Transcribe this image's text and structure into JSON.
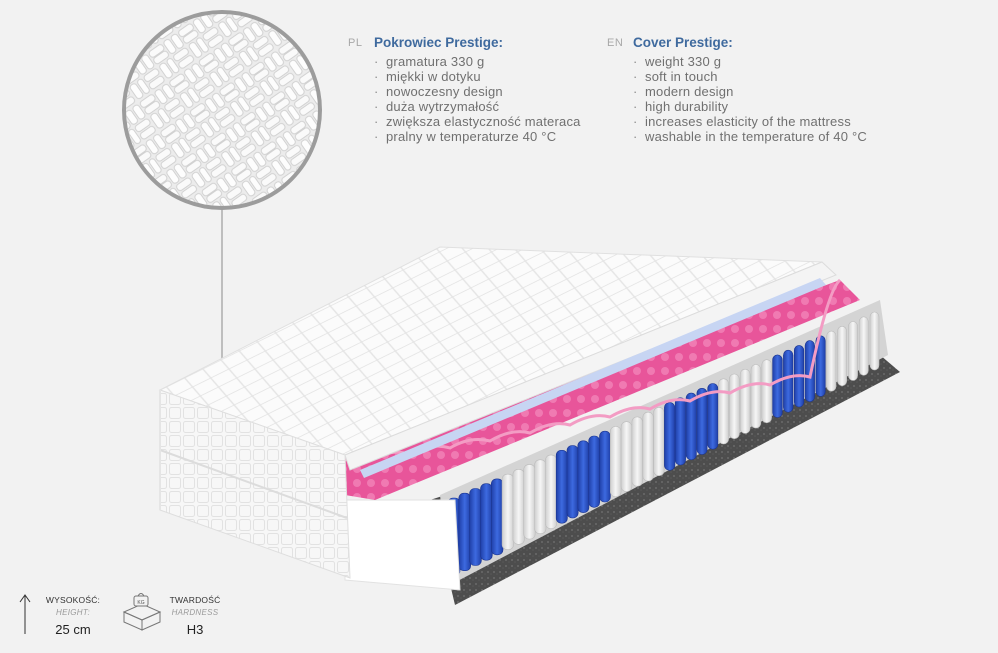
{
  "cover_pl": {
    "lang": "PL",
    "title": "Pokrowiec Prestige:",
    "features": [
      "gramatura 330 g",
      "miękki w dotyku",
      "nowoczesny design",
      "duża wytrzymałość",
      "zwiększa elastyczność materaca",
      "pralny w temperaturze 40 °C"
    ]
  },
  "cover_en": {
    "lang": "EN",
    "title": "Cover Prestige:",
    "features": [
      "weight 330 g",
      "soft in touch",
      "modern design",
      "high durability",
      "increases elasticity of the mattress",
      "washable in the temperature of 40 °C"
    ]
  },
  "specs": {
    "height": {
      "label_pl": "WYSOKOŚĆ:",
      "label_en": "HEIGHT:",
      "value": "25 cm",
      "icon": "height-arrow-icon"
    },
    "hardness": {
      "label_pl": "TWARDOŚĆ",
      "label_en": "HARDNESS",
      "value": "H3",
      "icon": "weight-box-icon",
      "icon_text": "KG"
    }
  },
  "colors": {
    "title_blue": "#3f6a9e",
    "pink_foam": "#e8559a",
    "spring_blue": "#2c55c8",
    "spring_white": "#e6e6e6",
    "felt_dark": "#4a4a4a"
  },
  "mattress": {
    "layers": [
      "quilted-cover",
      "pink-foam",
      "pocket-springs",
      "felt",
      "white-foam-base"
    ]
  }
}
